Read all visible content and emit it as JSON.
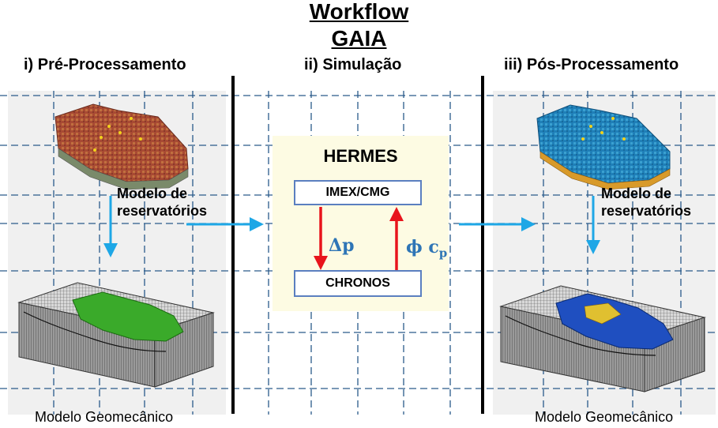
{
  "header": {
    "title_line1": "Workflow",
    "title_line2": "GAIA"
  },
  "sections": {
    "pre": {
      "heading": "i) Pré-Processamento",
      "model_label_line1": "Modelo de",
      "model_label_line2": "reservatórios",
      "bottom_label": "Modelo Geomecânico"
    },
    "sim": {
      "heading": "ii) Simulação",
      "hermes_title": "HERMES",
      "imex_label": "IMEX/CMG",
      "chronos_label": "CHRONOS",
      "delta_p": "Δp",
      "phi_cp": "ϕ c",
      "phi_cp_sub": "p"
    },
    "post": {
      "heading": "iii) Pós-Processamento",
      "model_label_line1": "Modelo de",
      "model_label_line2": "reservatórios",
      "bottom_label": "Modelo Geomecânico"
    }
  },
  "colors": {
    "flow_arrow": "#1ea7e6",
    "red_arrow": "#e8141c",
    "grid_dash": "#2a5a8a",
    "hermes_bg": "#fdfbe3",
    "box_border": "#5b7fc0",
    "greek_text": "#2e75b6"
  }
}
